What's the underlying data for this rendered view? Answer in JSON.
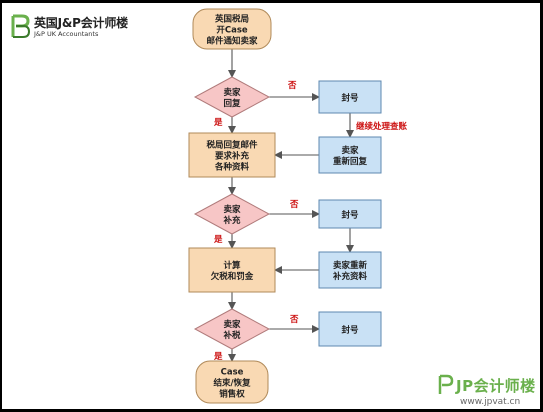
{
  "brand": {
    "name_cn": "英国J&P会计师楼",
    "name_en": "J&P UK Accountants"
  },
  "watermark": {
    "name_cn": "JP会计师楼",
    "url": "www.jpvat.cn"
  },
  "flowchart": {
    "nodes": [
      {
        "id": "start",
        "shape": "terminal",
        "lines": [
          "英国税局",
          "开Case",
          "邮件通知卖家"
        ]
      },
      {
        "id": "d1",
        "shape": "decision",
        "lines": [
          "卖家",
          "回复"
        ]
      },
      {
        "id": "seal1",
        "shape": "process-blue",
        "lines": [
          "封号"
        ]
      },
      {
        "id": "p1",
        "shape": "process-orange",
        "lines": [
          "税局回复邮件",
          "要求补充",
          "各种资料"
        ]
      },
      {
        "id": "reply",
        "shape": "process-blue",
        "lines": [
          "卖家",
          "重新回复"
        ]
      },
      {
        "id": "d2",
        "shape": "decision",
        "lines": [
          "卖家",
          "补充"
        ]
      },
      {
        "id": "seal2",
        "shape": "process-blue",
        "lines": [
          "封号"
        ]
      },
      {
        "id": "p2",
        "shape": "process-orange",
        "lines": [
          "计算",
          "欠税和罚金"
        ]
      },
      {
        "id": "resupply",
        "shape": "process-blue",
        "lines": [
          "卖家重新",
          "补充资料"
        ]
      },
      {
        "id": "d3",
        "shape": "decision",
        "lines": [
          "卖家",
          "补税"
        ]
      },
      {
        "id": "seal3",
        "shape": "process-blue",
        "lines": [
          "封号"
        ]
      },
      {
        "id": "end",
        "shape": "terminal",
        "lines": [
          "Case",
          "结束/恢复",
          "销售权"
        ]
      }
    ],
    "edge_labels": {
      "no": "否",
      "yes": "是",
      "continue": "继续处理查账"
    },
    "colors": {
      "orange_fill": "#f9d9b3",
      "orange_stroke": "#b08a5a",
      "pink_fill": "#f7c6c6",
      "pink_stroke": "#b07b7b",
      "blue_fill": "#c9e1f5",
      "blue_stroke": "#5e88b0",
      "label_red": "#cc1111",
      "arrow": "#555555",
      "accent_green": "#6ab04c"
    }
  }
}
